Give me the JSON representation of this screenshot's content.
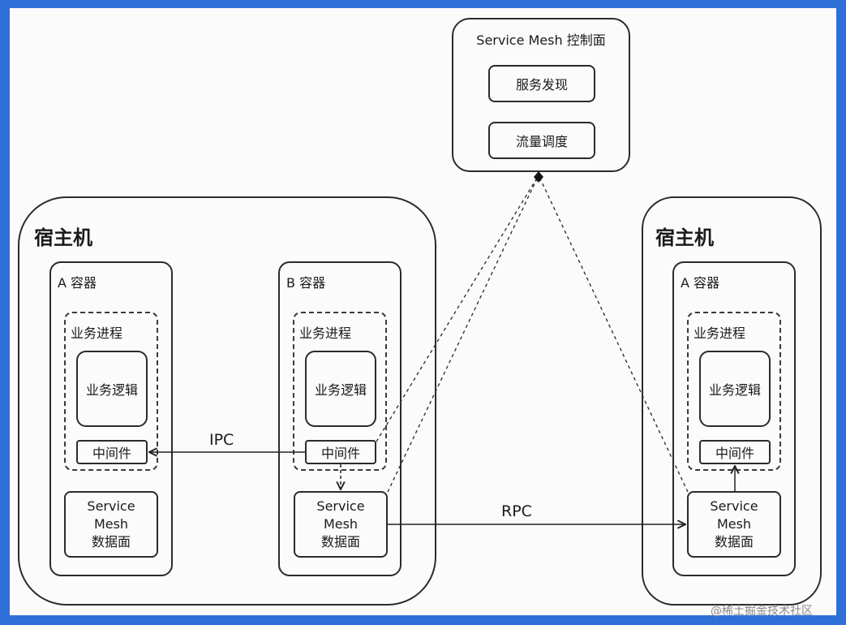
{
  "control_plane": {
    "title": "Service Mesh 控制面",
    "items": [
      "服务发现",
      "流量调度"
    ]
  },
  "hosts": [
    {
      "title": "宿主机",
      "containers": [
        {
          "title": "A 容器",
          "process": "业务进程",
          "logic": "业务逻辑",
          "middleware": "中间件",
          "mesh": [
            "Service",
            "Mesh",
            "数据面"
          ]
        },
        {
          "title": "B 容器",
          "process": "业务进程",
          "logic": "业务逻辑",
          "middleware": "中间件",
          "mesh": [
            "Service",
            "Mesh",
            "数据面"
          ]
        }
      ]
    },
    {
      "title": "宿主机",
      "containers": [
        {
          "title": "A 容器",
          "process": "业务进程",
          "logic": "业务逻辑",
          "middleware": "中间件",
          "mesh": [
            "Service",
            "Mesh",
            "数据面"
          ]
        }
      ]
    }
  ],
  "edges": {
    "ipc": "IPC",
    "rpc": "RPC"
  },
  "watermark": "@稀土掘金技术社区",
  "colors": {
    "frame": "#2f6fd8",
    "background": "#fbfbfb",
    "stroke": "#2b2b2b"
  }
}
